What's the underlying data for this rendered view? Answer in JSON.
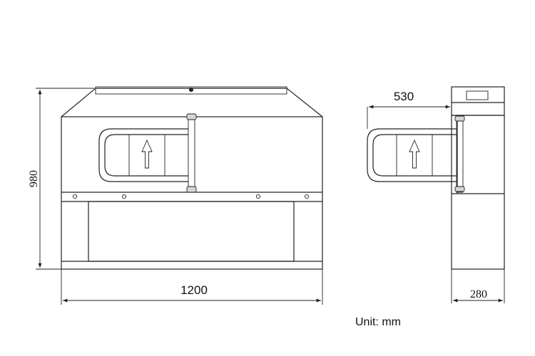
{
  "dimensions": {
    "height": "980",
    "width": "1200",
    "arm_length": "530",
    "depth": "280"
  },
  "unit_label": "Unit: mm",
  "icons": {
    "direction": "up-arrow-icon"
  }
}
